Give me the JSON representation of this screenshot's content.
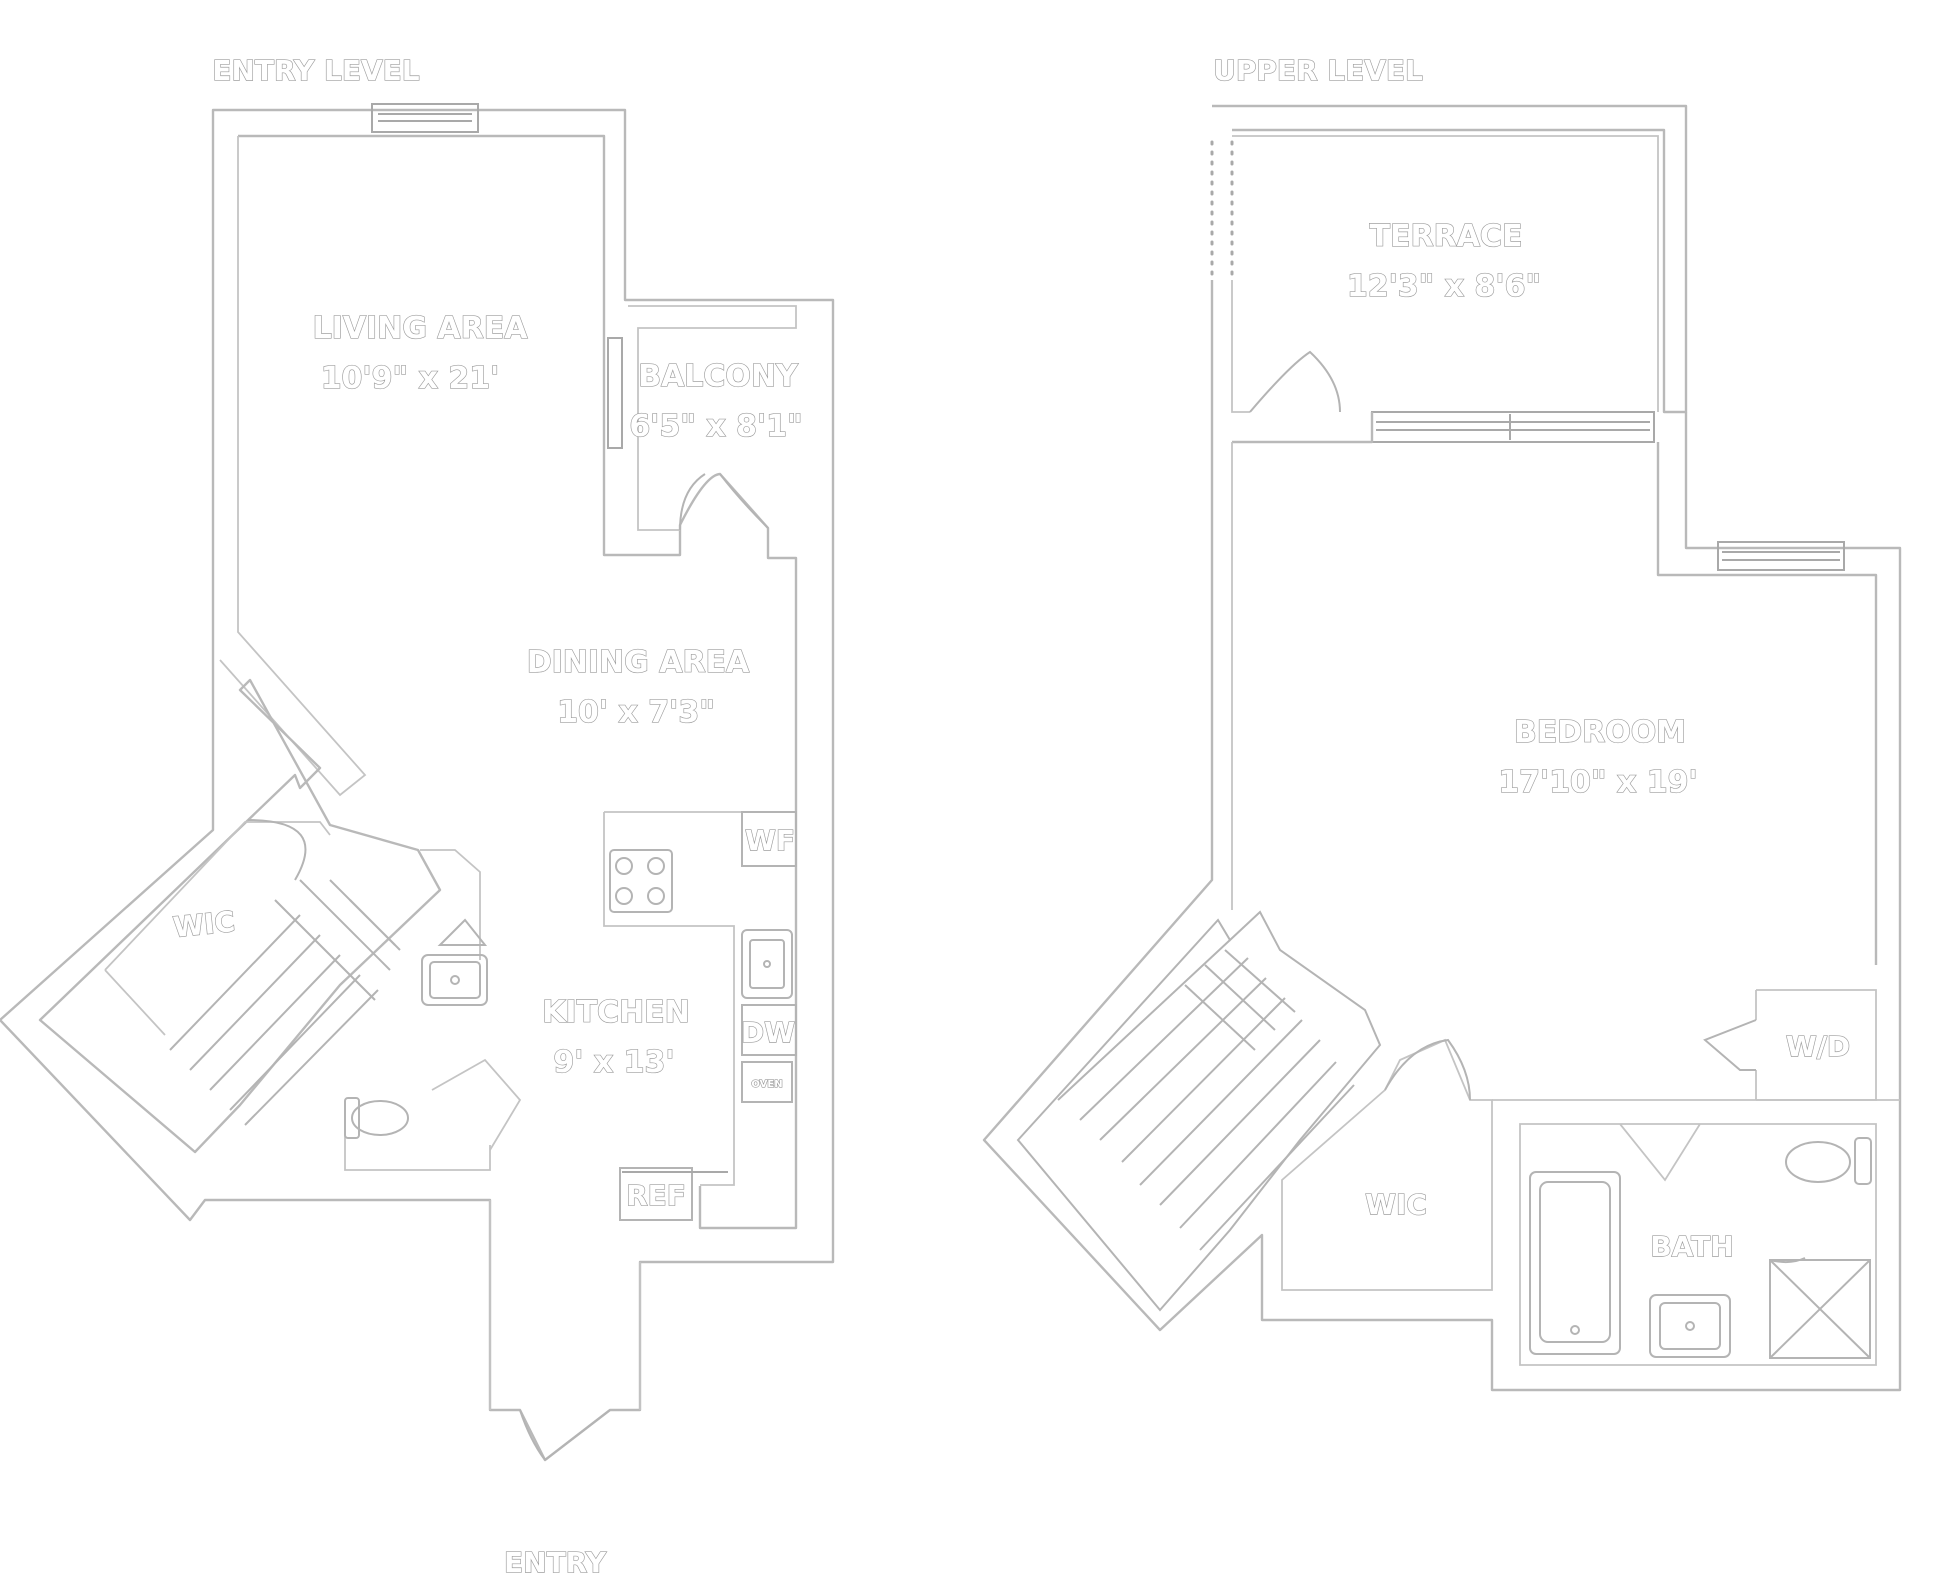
{
  "entry_level": {
    "title": "ENTRY LEVEL",
    "living_area": {
      "name": "LIVING AREA",
      "size": "10'9\" x 21'"
    },
    "balcony": {
      "name": "BALCONY",
      "size": "6'5\" x 8'1\""
    },
    "dining_area": {
      "name": "DINING AREA",
      "size": "10' x 7'3\""
    },
    "kitchen": {
      "name": "KITCHEN",
      "size": "9' x 13'"
    },
    "wic": "WIC",
    "wf": "WF",
    "dw": "DW",
    "ref": "REF",
    "oven": "OVEN",
    "entry": "ENTRY"
  },
  "upper_level": {
    "title": "UPPER LEVEL",
    "terrace": {
      "name": "TERRACE",
      "size": "12'3\" x 8'6\""
    },
    "bedroom": {
      "name": "BEDROOM",
      "size": "17'10\" x 19'"
    },
    "wd": "W/D",
    "wic": "WIC",
    "bath": "BATH"
  }
}
